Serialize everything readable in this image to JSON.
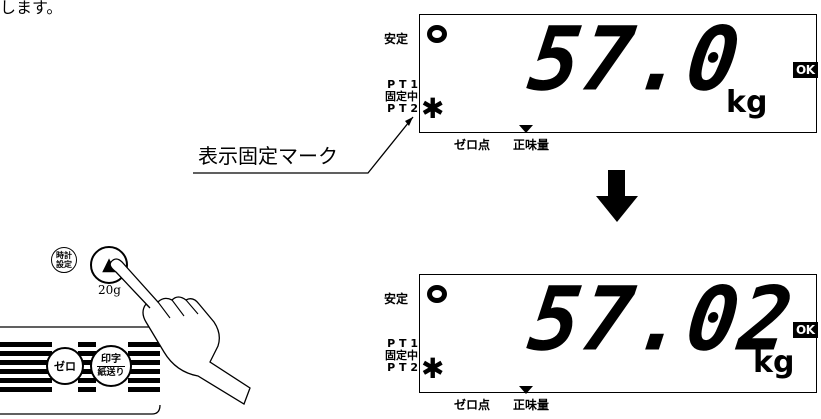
{
  "intro_text": "します。",
  "top_panel": {
    "stable_label": "安定",
    "pt1_label": "P T 1",
    "fixed_label": "固定中",
    "pt2_label": "P T 2",
    "star": "✱",
    "reading": "57.0",
    "unit": "kg",
    "ok_badge": "OK",
    "zero_label": "ゼロ点",
    "net_label": "正味量"
  },
  "callout_label": "表示固定マーク",
  "bottom_panel": {
    "stable_label": "安定",
    "pt1_label": "P T 1",
    "fixed_label": "固定中",
    "pt2_label": "P T 2",
    "star": "✱",
    "reading": "57.02",
    "unit": "kg",
    "ok_badge": "OK",
    "zero_label": "ゼロ点",
    "net_label": "正味量"
  },
  "keypad": {
    "clock_button_line1": "時計",
    "clock_button_line2": "設定",
    "up_button_symbol": "▲",
    "up_button_caption": "20g",
    "zero_button_label": "ゼロ",
    "print_button_line1": "印字",
    "print_button_line2": "紙送り"
  },
  "colors": {
    "ink": "#000000",
    "background": "#ffffff"
  }
}
